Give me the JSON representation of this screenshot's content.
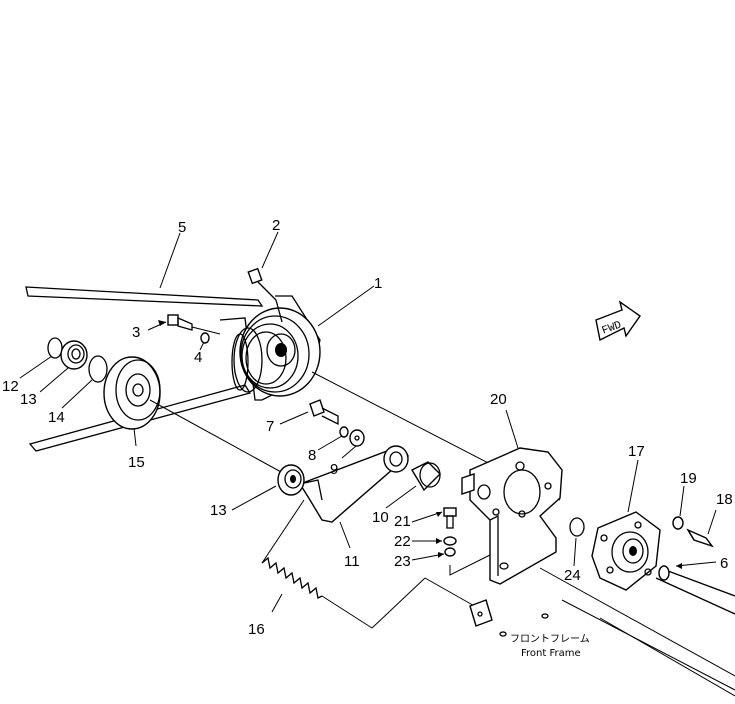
{
  "parts": [
    {
      "id": "p1",
      "label": "1"
    },
    {
      "id": "p2",
      "label": "2"
    },
    {
      "id": "p3",
      "label": "3"
    },
    {
      "id": "p4",
      "label": "4"
    },
    {
      "id": "p5",
      "label": "5"
    },
    {
      "id": "p6",
      "label": "6"
    },
    {
      "id": "p7",
      "label": "7"
    },
    {
      "id": "p8",
      "label": "8"
    },
    {
      "id": "p9",
      "label": "9"
    },
    {
      "id": "p10",
      "label": "10"
    },
    {
      "id": "p11",
      "label": "11"
    },
    {
      "id": "p12",
      "label": "12"
    },
    {
      "id": "p13a",
      "label": "13"
    },
    {
      "id": "p13b",
      "label": "13"
    },
    {
      "id": "p14",
      "label": "14"
    },
    {
      "id": "p15",
      "label": "15"
    },
    {
      "id": "p16",
      "label": "16"
    },
    {
      "id": "p17",
      "label": "17"
    },
    {
      "id": "p18",
      "label": "18"
    },
    {
      "id": "p19",
      "label": "19"
    },
    {
      "id": "p20",
      "label": "20"
    },
    {
      "id": "p21",
      "label": "21"
    },
    {
      "id": "p22",
      "label": "22"
    },
    {
      "id": "p23",
      "label": "23"
    },
    {
      "id": "p24",
      "label": "24"
    }
  ],
  "direction_arrow": {
    "text": "FWD"
  },
  "front_frame": {
    "jp": "フロントフレーム",
    "en": "Front Frame"
  }
}
